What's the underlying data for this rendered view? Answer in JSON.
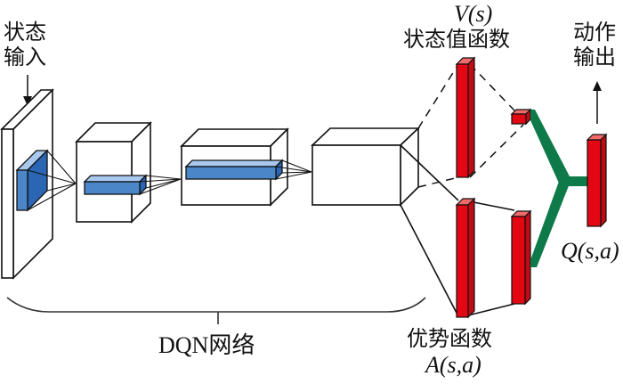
{
  "title": "DQN dueling network architecture",
  "labels": {
    "state_input_line1": "状态",
    "state_input_line2": "输入",
    "value_symbol": "V(s)",
    "value_function": "状态值函数",
    "action_output_line1": "动作",
    "action_output_line2": "输出",
    "q_symbol": "Q(s,a)",
    "advantage_function": "优势函数",
    "advantage_symbol": "A(s,a)",
    "dqn_network": "DQN网络"
  },
  "colors": {
    "conv_blue": "#4a86c8",
    "conv_blue_light": "#a9c8ee",
    "conv_blue_dark": "#2b66b4",
    "fc_red": "#e30613",
    "fc_red_light": "#f26a6a",
    "fc_red_dark": "#c00a14",
    "merge_green": "#0e7a4a"
  }
}
